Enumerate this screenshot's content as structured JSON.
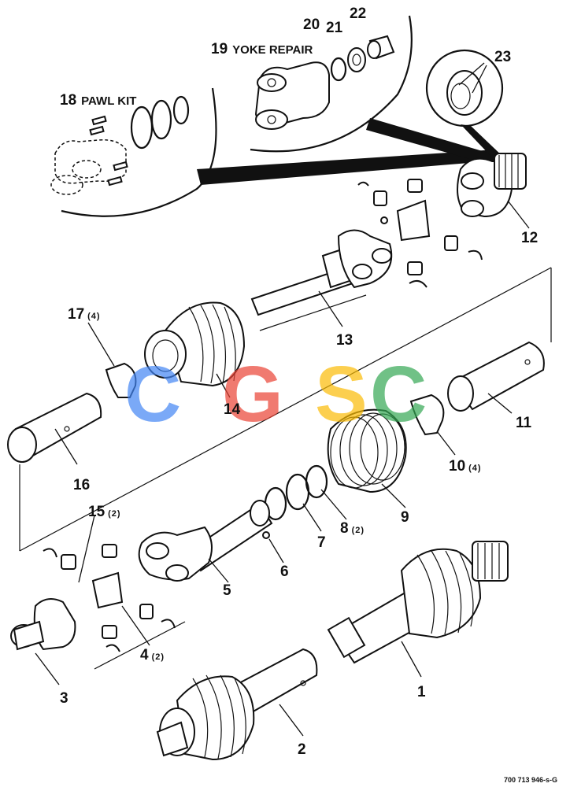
{
  "callouts": [
    {
      "number": "1"
    },
    {
      "number": "2"
    },
    {
      "number": "3"
    },
    {
      "number": "4",
      "qty": "(2)"
    },
    {
      "number": "5"
    },
    {
      "number": "6"
    },
    {
      "number": "7"
    },
    {
      "number": "8",
      "qty": "(2)"
    },
    {
      "number": "9"
    },
    {
      "number": "10",
      "qty": "(4)"
    },
    {
      "number": "11"
    },
    {
      "number": "12"
    },
    {
      "number": "13"
    },
    {
      "number": "14"
    },
    {
      "number": "15",
      "qty": "(2)"
    },
    {
      "number": "16"
    },
    {
      "number": "17",
      "qty": "(4)"
    },
    {
      "number": "18",
      "title": "PAWL KIT"
    },
    {
      "number": "19",
      "title": "YOKE REPAIR"
    },
    {
      "number": "20"
    },
    {
      "number": "21"
    },
    {
      "number": "22"
    },
    {
      "number": "23"
    }
  ],
  "watermark": {
    "letters": [
      "C",
      "G",
      "S",
      "C"
    ],
    "colors": [
      "#4285f4",
      "#ea4335",
      "#fbbc05",
      "#34a853"
    ]
  },
  "figure_code": "700 713 946-s-G"
}
